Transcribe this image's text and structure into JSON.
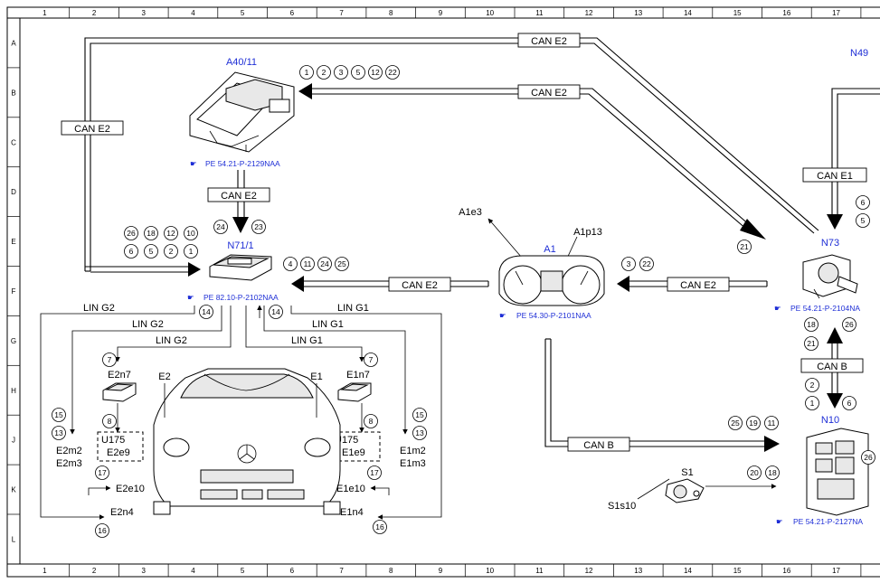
{
  "ruler": {
    "top": [
      "1",
      "2",
      "3",
      "4",
      "5",
      "6",
      "7",
      "8",
      "9",
      "10",
      "11",
      "12",
      "13",
      "14",
      "15",
      "16",
      "17"
    ],
    "bottom": [
      "1",
      "2",
      "3",
      "4",
      "5",
      "6",
      "7",
      "8",
      "9",
      "10",
      "11",
      "12",
      "13",
      "14",
      "15",
      "16",
      "17"
    ],
    "left": [
      "A",
      "B",
      "C",
      "D",
      "E",
      "F",
      "G",
      "H",
      "J",
      "K",
      "L"
    ]
  },
  "buses": {
    "can_e2_top": "CAN E2",
    "can_e2_upper": "CAN E2",
    "can_e2_left": "CAN E2",
    "can_e2_a40": "CAN E2",
    "can_e2_n71": "CAN E2",
    "can_e2_a1": "CAN E2",
    "can_e1": "CAN E1",
    "can_b_n73": "CAN B",
    "can_b_a1": "CAN B"
  },
  "lin": {
    "g2_outer": "LIN G2",
    "g2_mid": "LIN G2",
    "g2_inner": "LIN G2",
    "g1_outer": "LIN G1",
    "g1_mid": "LIN G1",
    "g1_inner": "LIN G1"
  },
  "components": {
    "a40": {
      "name": "A40/11",
      "ref": "PE 54.21-P-2129NAA"
    },
    "n71": {
      "name": "N71/1",
      "ref": "PE 82.10-P-2102NAA"
    },
    "a1": {
      "name": "A1",
      "ref": "PE 54.30-P-2101NAA",
      "callout_e3": "A1e3",
      "callout_p13": "A1p13"
    },
    "n73": {
      "name": "N73",
      "ref": "PE 54.21-P-2104NA"
    },
    "n10": {
      "name": "N10",
      "ref": "PE 54.21-P-2127NA"
    },
    "n49": {
      "name": "N49"
    },
    "s1": {
      "name": "S1",
      "sub": "S1s10"
    },
    "e2n7": {
      "name": "E2n7"
    },
    "e1n7": {
      "name": "E1n7"
    },
    "e2": {
      "name": "E2"
    },
    "e1": {
      "name": "E1"
    },
    "u175_left": {
      "name": "U175",
      "sub": "E2e9"
    },
    "u175_right": {
      "name": "U175",
      "sub": "E1e9"
    },
    "e2m2": "E2m2",
    "e2m3": "E2m3",
    "e1m2": "E1m2",
    "e1m3": "E1m3",
    "e2e10": "E2e10",
    "e1e10": "E1e10",
    "e2n4": "E2n4",
    "e1n4": "E1n4"
  },
  "circles": {
    "a40_row": [
      "1",
      "2",
      "3",
      "5",
      "12",
      "22"
    ],
    "can_a40_n71": [
      "24",
      "23"
    ],
    "n71_row1": [
      "26",
      "18",
      "12",
      "10"
    ],
    "n71_row2": [
      "6",
      "5",
      "2",
      "1"
    ],
    "n71_right": [
      "4",
      "11",
      "24",
      "25"
    ],
    "n71_lin_left": "14",
    "n71_lin_right": "14",
    "e2n7_top": "7",
    "e2n7_bottom": "8",
    "e1n7_top": "7",
    "e1n7_bottom": "8",
    "left_stack": [
      "15",
      "13"
    ],
    "right_stack": [
      "15",
      "13"
    ],
    "e2e10": "17",
    "e1e10": "17",
    "e2n4": "16",
    "e1n4": "16",
    "a1_right": [
      "3",
      "22"
    ],
    "can_e2_diag": "21",
    "n73_canE1": [
      "6",
      "5"
    ],
    "n73_below": [
      "18",
      "26"
    ],
    "n73_below2": "21",
    "canb_left": "2",
    "canb_bottom": [
      "1",
      "6"
    ],
    "n10_canb": [
      "25",
      "19",
      "11"
    ],
    "s1_arrow": [
      "20",
      "18"
    ],
    "n10_right": "26"
  }
}
